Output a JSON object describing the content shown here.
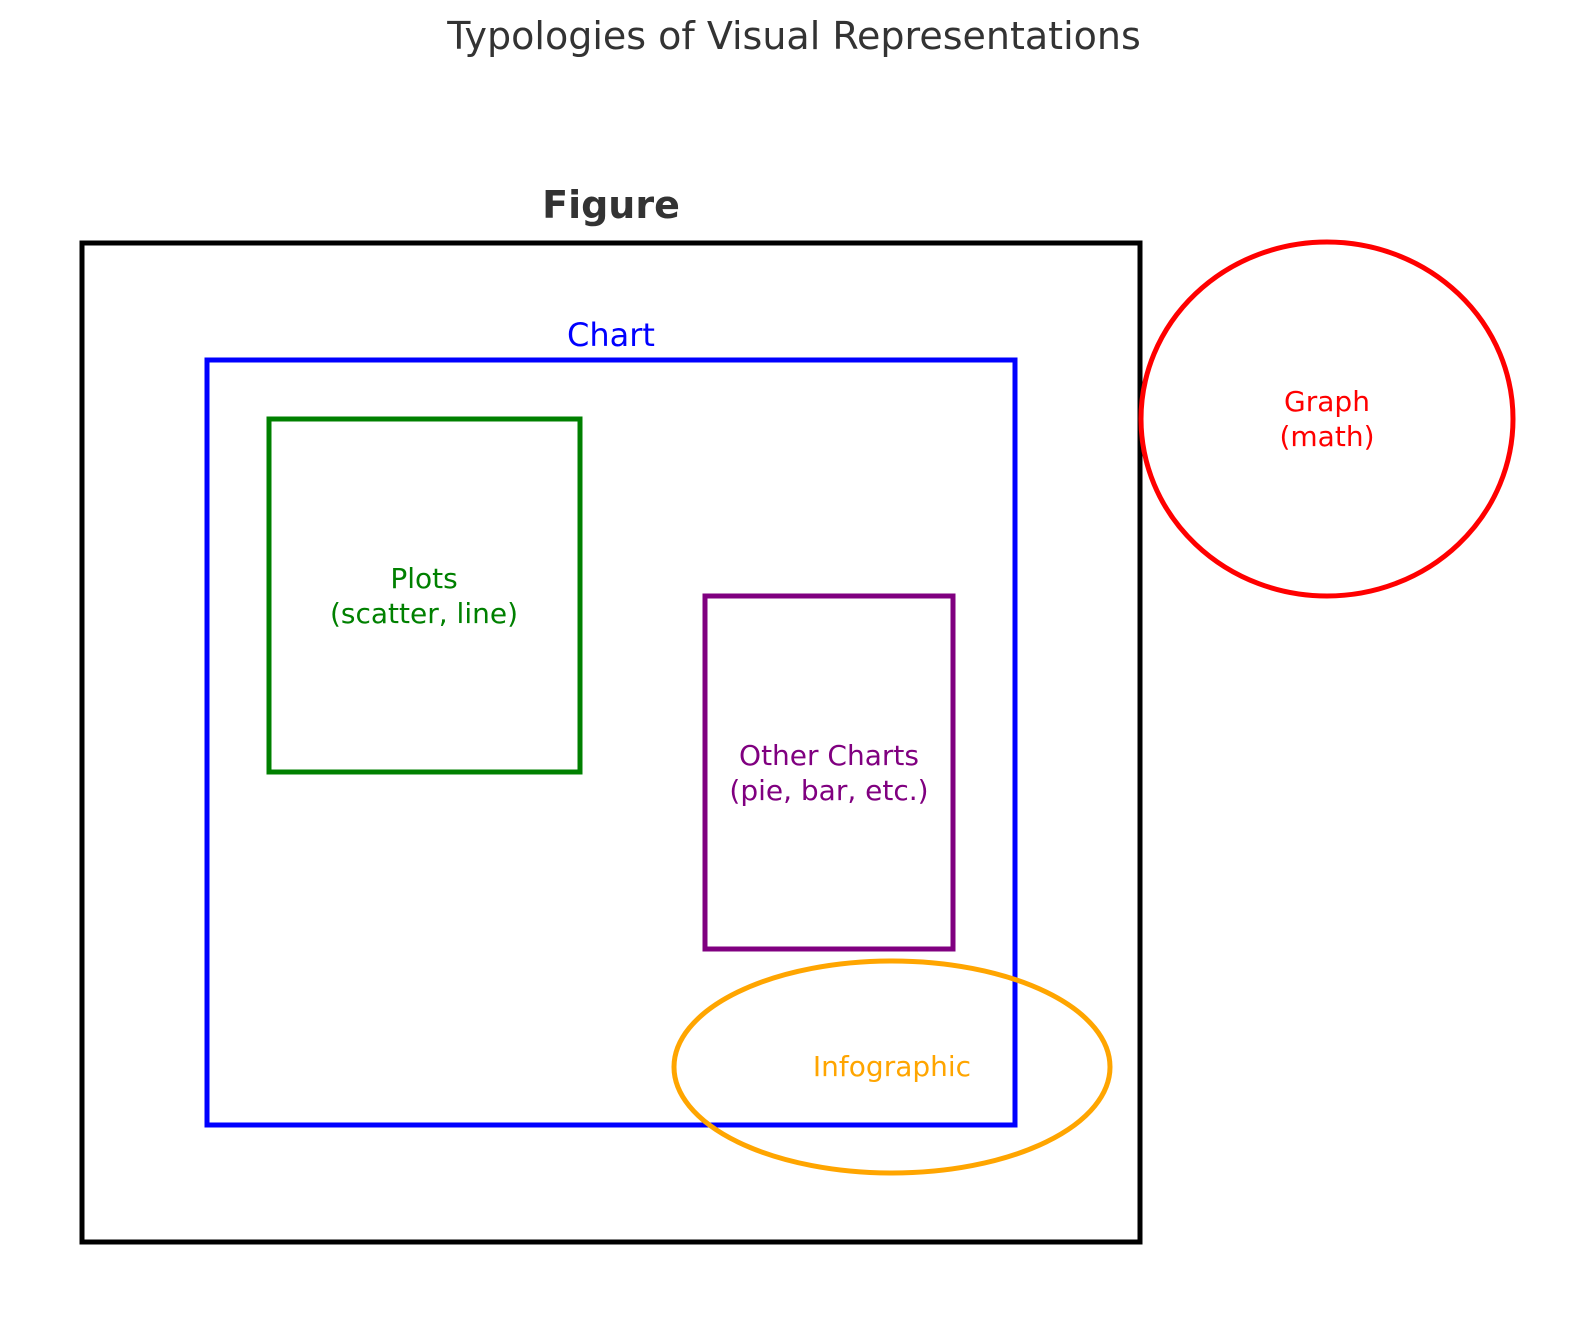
{
  "title": "Typologies of Visual Representations",
  "figure": {
    "label": "Figure",
    "color": "#000000",
    "label_color": "#333333"
  },
  "chart": {
    "label": "Chart",
    "color": "#0000ff"
  },
  "plots": {
    "line1": "Plots",
    "line2": "(scatter, line)",
    "color": "#008000"
  },
  "other_charts": {
    "line1": "Other Charts",
    "line2": "(pie, bar, etc.)",
    "color": "#800080"
  },
  "infographic": {
    "label": "Infographic",
    "color": "#ffa500"
  },
  "graph": {
    "line1": "Graph",
    "line2": "(math)",
    "color": "#ff0000"
  },
  "title_color": "#333333"
}
